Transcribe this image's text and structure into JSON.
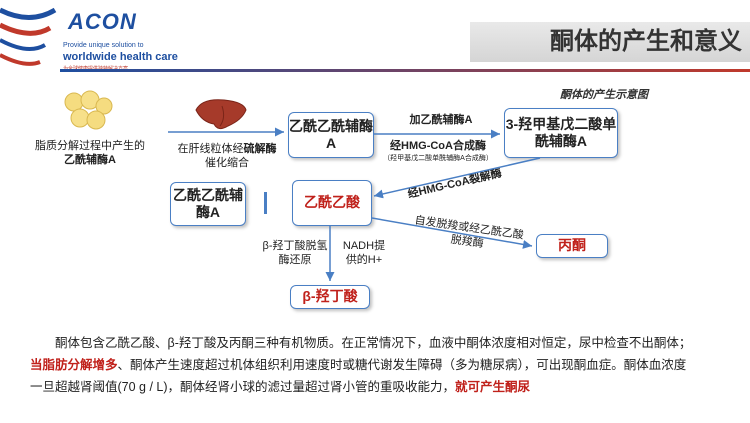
{
  "header": {
    "title": "酮体的产生和意义",
    "logo_name": "ACON",
    "logo_line1": "Provide unique solution to",
    "logo_line2": "worldwide health care",
    "logo_line3": "为全球健康提供独特解决方案",
    "brand_colors": {
      "blue": "#1e4fa0",
      "red": "#c0392b"
    }
  },
  "diagram": {
    "title": "酮体的产生示意图",
    "source_label": "脂质分解过程中产生的",
    "source_label_bold": "乙酰辅酶A",
    "liver_label_1": "在肝线粒体经",
    "liver_label_bold": "硫解酶",
    "liver_label_2": "催化缩合",
    "box_acetoacetyl": "乙酰乙酰辅酶A",
    "step1_label": "加乙酰辅酶A",
    "step2_label": "经HMG-CoA合成酶",
    "step2_sub": "（羟甲基戊二酸单酰辅酶A合成酶）",
    "box_hmg": "3-羟甲基戊二酸单酰辅酶A",
    "lyase_label": "经HMG-CoA裂解酶",
    "box_acetoacetyl_left": "乙酰乙酰辅酶A",
    "box_acetoacetate": "乙酰乙酸",
    "decarb_label": "自发脱羧或经乙酰乙酸脱羧酶",
    "box_acetone": "丙酮",
    "bhb_enzyme_label": "β-羟丁酸脱氢酶还原",
    "nadh_label": "NADH提供的H+",
    "box_bhb": "β-羟丁酸"
  },
  "text": {
    "p1": "酮体包含乙酰乙酸、β-羟丁酸及丙酮三种有机物质。在正常情况下，血液中酮体浓度相对恒定，尿中检查不出酮体；",
    "p2_hl": "当脂肪分解增多",
    "p2": "、酮体产生速度超过机体组织利用速度时或糖代谢发生障碍（多为糖尿病），可出现酮血症。酮体血浓度",
    "p3": "一旦超越肾阈值(70 g / L)，酮体经肾小球的滤过量超过肾小管的重吸收能力，",
    "p3_hl": "就可产生酮尿"
  }
}
